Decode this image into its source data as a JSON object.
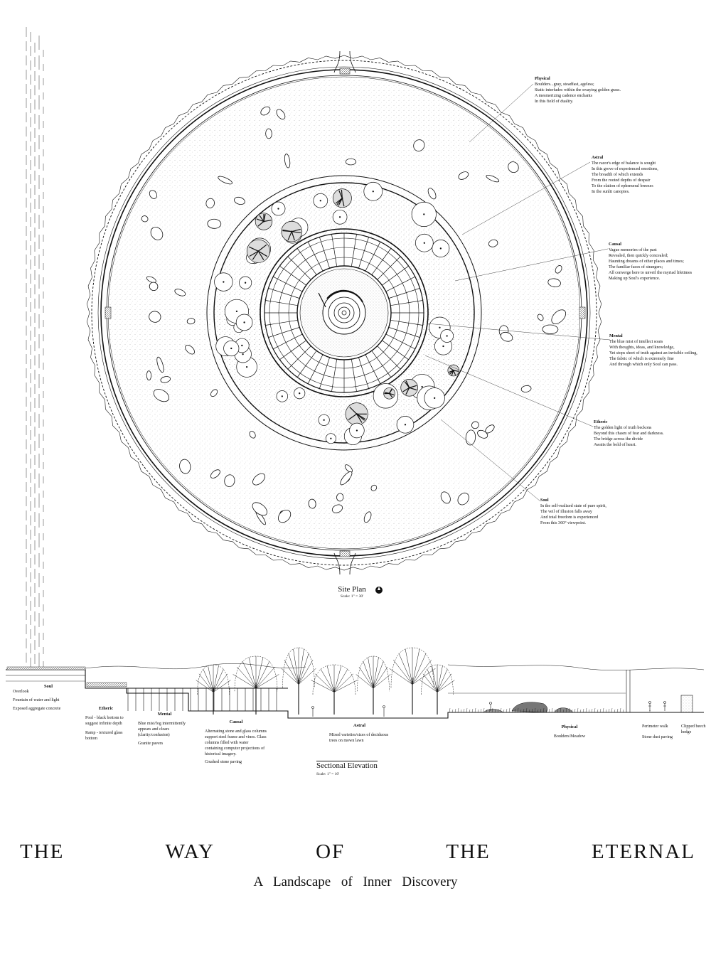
{
  "site_plan": {
    "caption": "Site Plan",
    "scale": "Scale: 1\" = 30'",
    "annotations": [
      {
        "title": "Physical",
        "lines": [
          "Boulders...gray, steadfast, ageless;",
          "Static interludes within the swaying golden grass.",
          "A mesmerizing cadence enchants",
          "In this field of duality."
        ]
      },
      {
        "title": "Astral",
        "lines": [
          "The razor's edge of balance is sought",
          "In this grove of experienced emotions,",
          "The breadth of which extends",
          "From the rooted depths of despair",
          "To the elation of ephemeral breezes",
          "In the sunlit canopies."
        ]
      },
      {
        "title": "Causal",
        "lines": [
          "Vague memories of the past",
          "Revealed, then quickly concealed;",
          "Haunting dreams of other places and times;",
          "The familiar faces of strangers;",
          "All converge here to unveil the myriad lifetimes",
          "Making up Soul's experience."
        ]
      },
      {
        "title": "Mental",
        "lines": [
          "The blue mist of intellect soars",
          "With thoughts, ideas, and knowledge,",
          "Yet stops short of truth against an invisible ceiling,",
          "The fabric of which is extremely fine",
          "And through which only Soul can pass."
        ]
      },
      {
        "title": "Etheric",
        "lines": [
          "The golden light of truth beckons",
          "Beyond this chasm of fear and darkness.",
          "The bridge across the divide",
          "Awaits the bold of heart."
        ]
      },
      {
        "title": "Soul",
        "lines": [
          "In the self-realized state of pure spirit,",
          "The veil of illusion falls away",
          "And total freedom is experienced",
          "From this 360° viewpoint."
        ]
      }
    ]
  },
  "section": {
    "caption": "Sectional Elevation",
    "scale": "Scale: 1\" = 10'",
    "labels": [
      {
        "title": "Soul",
        "lines": [
          "Overlook",
          "Fountain of water and light",
          "Exposed aggregate concrete"
        ]
      },
      {
        "title": "Etheric",
        "lines": [
          "Pool - black bottom to suggest infinite depth",
          "Ramp - textured glass bottom"
        ]
      },
      {
        "title": "Mental",
        "lines": [
          "Blue mist/fog intermittently appears and clears (clarity/confusion)",
          "Granite pavers"
        ]
      },
      {
        "title": "Causal",
        "lines": [
          "Alternating stone and glass columns support steel frame and vines. Glass columns filled with water containing computer projections of historical imagery.",
          "Crushed stone paving"
        ]
      },
      {
        "title": "Astral",
        "lines": [
          "Mixed varieties/sizes of deciduous trees on mown lawn"
        ]
      },
      {
        "title": "Physical",
        "lines": [
          "Boulders/Meadow"
        ]
      },
      {
        "title": "",
        "lines": [
          "Perimeter walk",
          "Stone dust paving"
        ]
      },
      {
        "title": "",
        "lines": [
          "Clipped beech hedge"
        ]
      }
    ]
  },
  "title_words": [
    "THE",
    "WAY",
    "OF",
    "THE",
    "ETERNAL"
  ],
  "subtitle": "A Landscape of Inner Discovery"
}
